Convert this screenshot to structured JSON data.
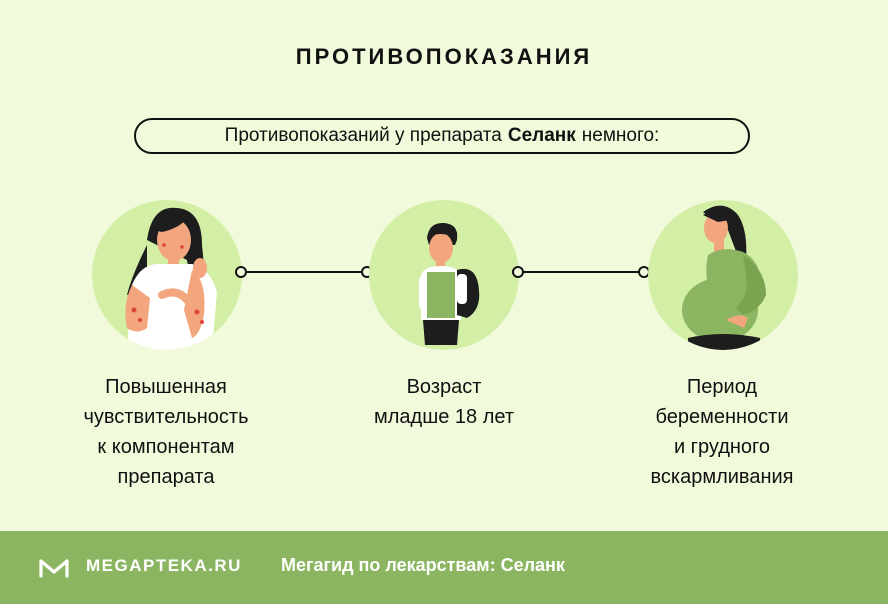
{
  "header": {
    "title": "ПРОТИВОПОКАЗАНИЯ",
    "intro_before": "Противопоказаний у препарата",
    "intro_bold": "Селанк",
    "intro_after": "немного:"
  },
  "items": [
    {
      "caption": "Повышенная\nчувствительность\nк компонентам\nпрепарата",
      "icon": "woman-with-rash-illustration"
    },
    {
      "caption": "Возраст\nмладше 18 лет",
      "icon": "schoolboy-with-backpack-illustration"
    },
    {
      "caption": "Период\nбеременности\nи грудного\nвскармливания",
      "icon": "pregnant-woman-illustration"
    }
  ],
  "footer": {
    "brand": "MEGAPTEKA.RU",
    "guide": "Мегагид по лекарствам: Селанк",
    "logo_icon": "megapteka-logo-icon"
  },
  "colors": {
    "background": "#f1fadb",
    "circle": "#d3efa6",
    "footer": "#8cb561",
    "accent_green": "#8cb561",
    "text": "#111111"
  }
}
